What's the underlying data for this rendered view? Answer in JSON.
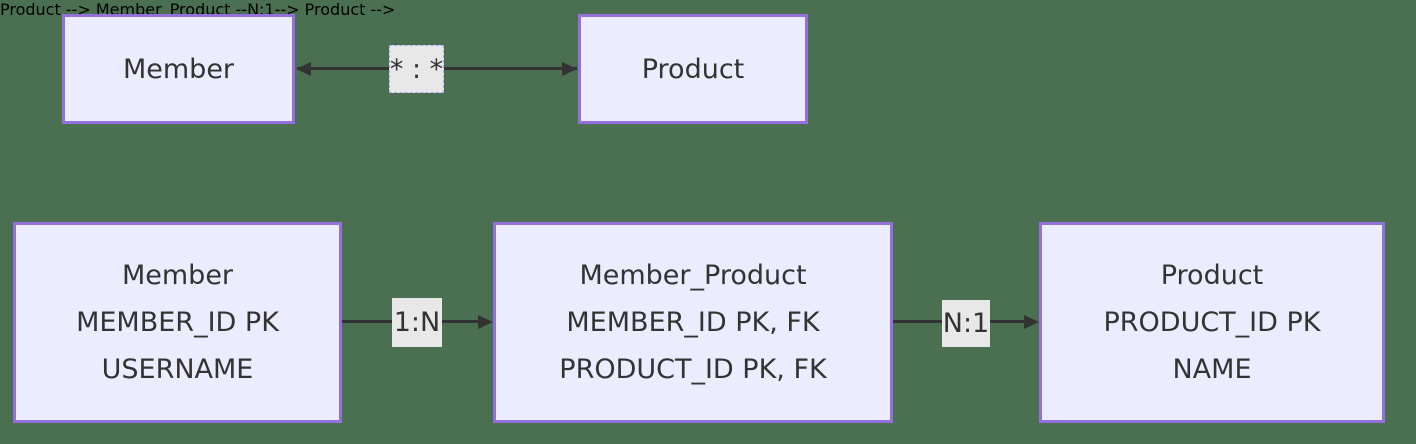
{
  "diagram": {
    "type": "entity-relationship",
    "colors": {
      "background": "#4b7051",
      "node_fill": "#ECECFF",
      "node_border": "#9370DB",
      "edge_line": "#333333",
      "text": "#333333",
      "edge_label_bg": "#e8e8e8"
    },
    "top_row": {
      "member": {
        "title": "Member"
      },
      "product": {
        "title": "Product"
      },
      "relation": {
        "label": "* : *",
        "direction": "bidirectional"
      }
    },
    "bottom_row": {
      "member": {
        "title": "Member",
        "rows": [
          "MEMBER_ID PK",
          "USERNAME"
        ]
      },
      "member_product": {
        "title": "Member_Product",
        "rows": [
          "MEMBER_ID PK, FK",
          "PRODUCT_ID PK, FK"
        ]
      },
      "product": {
        "title": "Product",
        "rows": [
          "PRODUCT_ID PK",
          "NAME"
        ]
      },
      "relation_member_to_junction": {
        "label": "1:N",
        "direction": "right"
      },
      "relation_junction_to_product": {
        "label": "N:1",
        "direction": "right"
      }
    }
  }
}
